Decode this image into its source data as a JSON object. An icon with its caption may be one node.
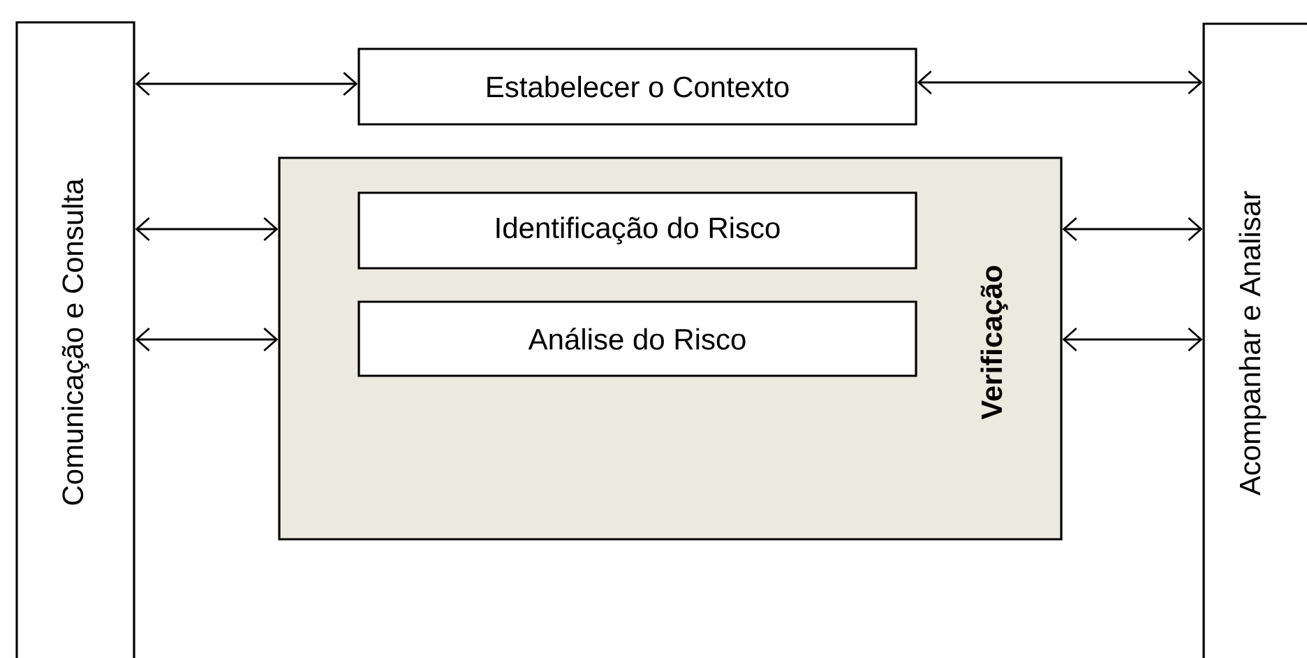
{
  "diagram": {
    "nodes": [
      {
        "text": [
          "Comunicação e Consulta"
        ]
      },
      {
        "text": [
          "Estabelecer o Contexto"
        ]
      },
      {
        "text": [
          "Verificação"
        ]
      },
      {
        "text": [
          "Identificação do Risco"
        ],
        "in": 2
      },
      {
        "text": [
          "Análise do Risco"
        ],
        "in": 2
      },
      {
        "text": [
          "Acompanhar e Analisar"
        ]
      }
    ],
    "edges": [
      {
        "from": 0,
        "to": 1,
        "arrow": "both"
      },
      {
        "from": 1,
        "to": 5,
        "arrow": "both"
      },
      {
        "from": 0,
        "to": 2,
        "arrow": "both"
      },
      {
        "from": 0,
        "to": 2,
        "arrow": "both"
      },
      {
        "from": 2,
        "to": 5,
        "arrow": "both"
      },
      {
        "from": 2,
        "to": 5,
        "arrow": "both"
      }
    ]
  }
}
